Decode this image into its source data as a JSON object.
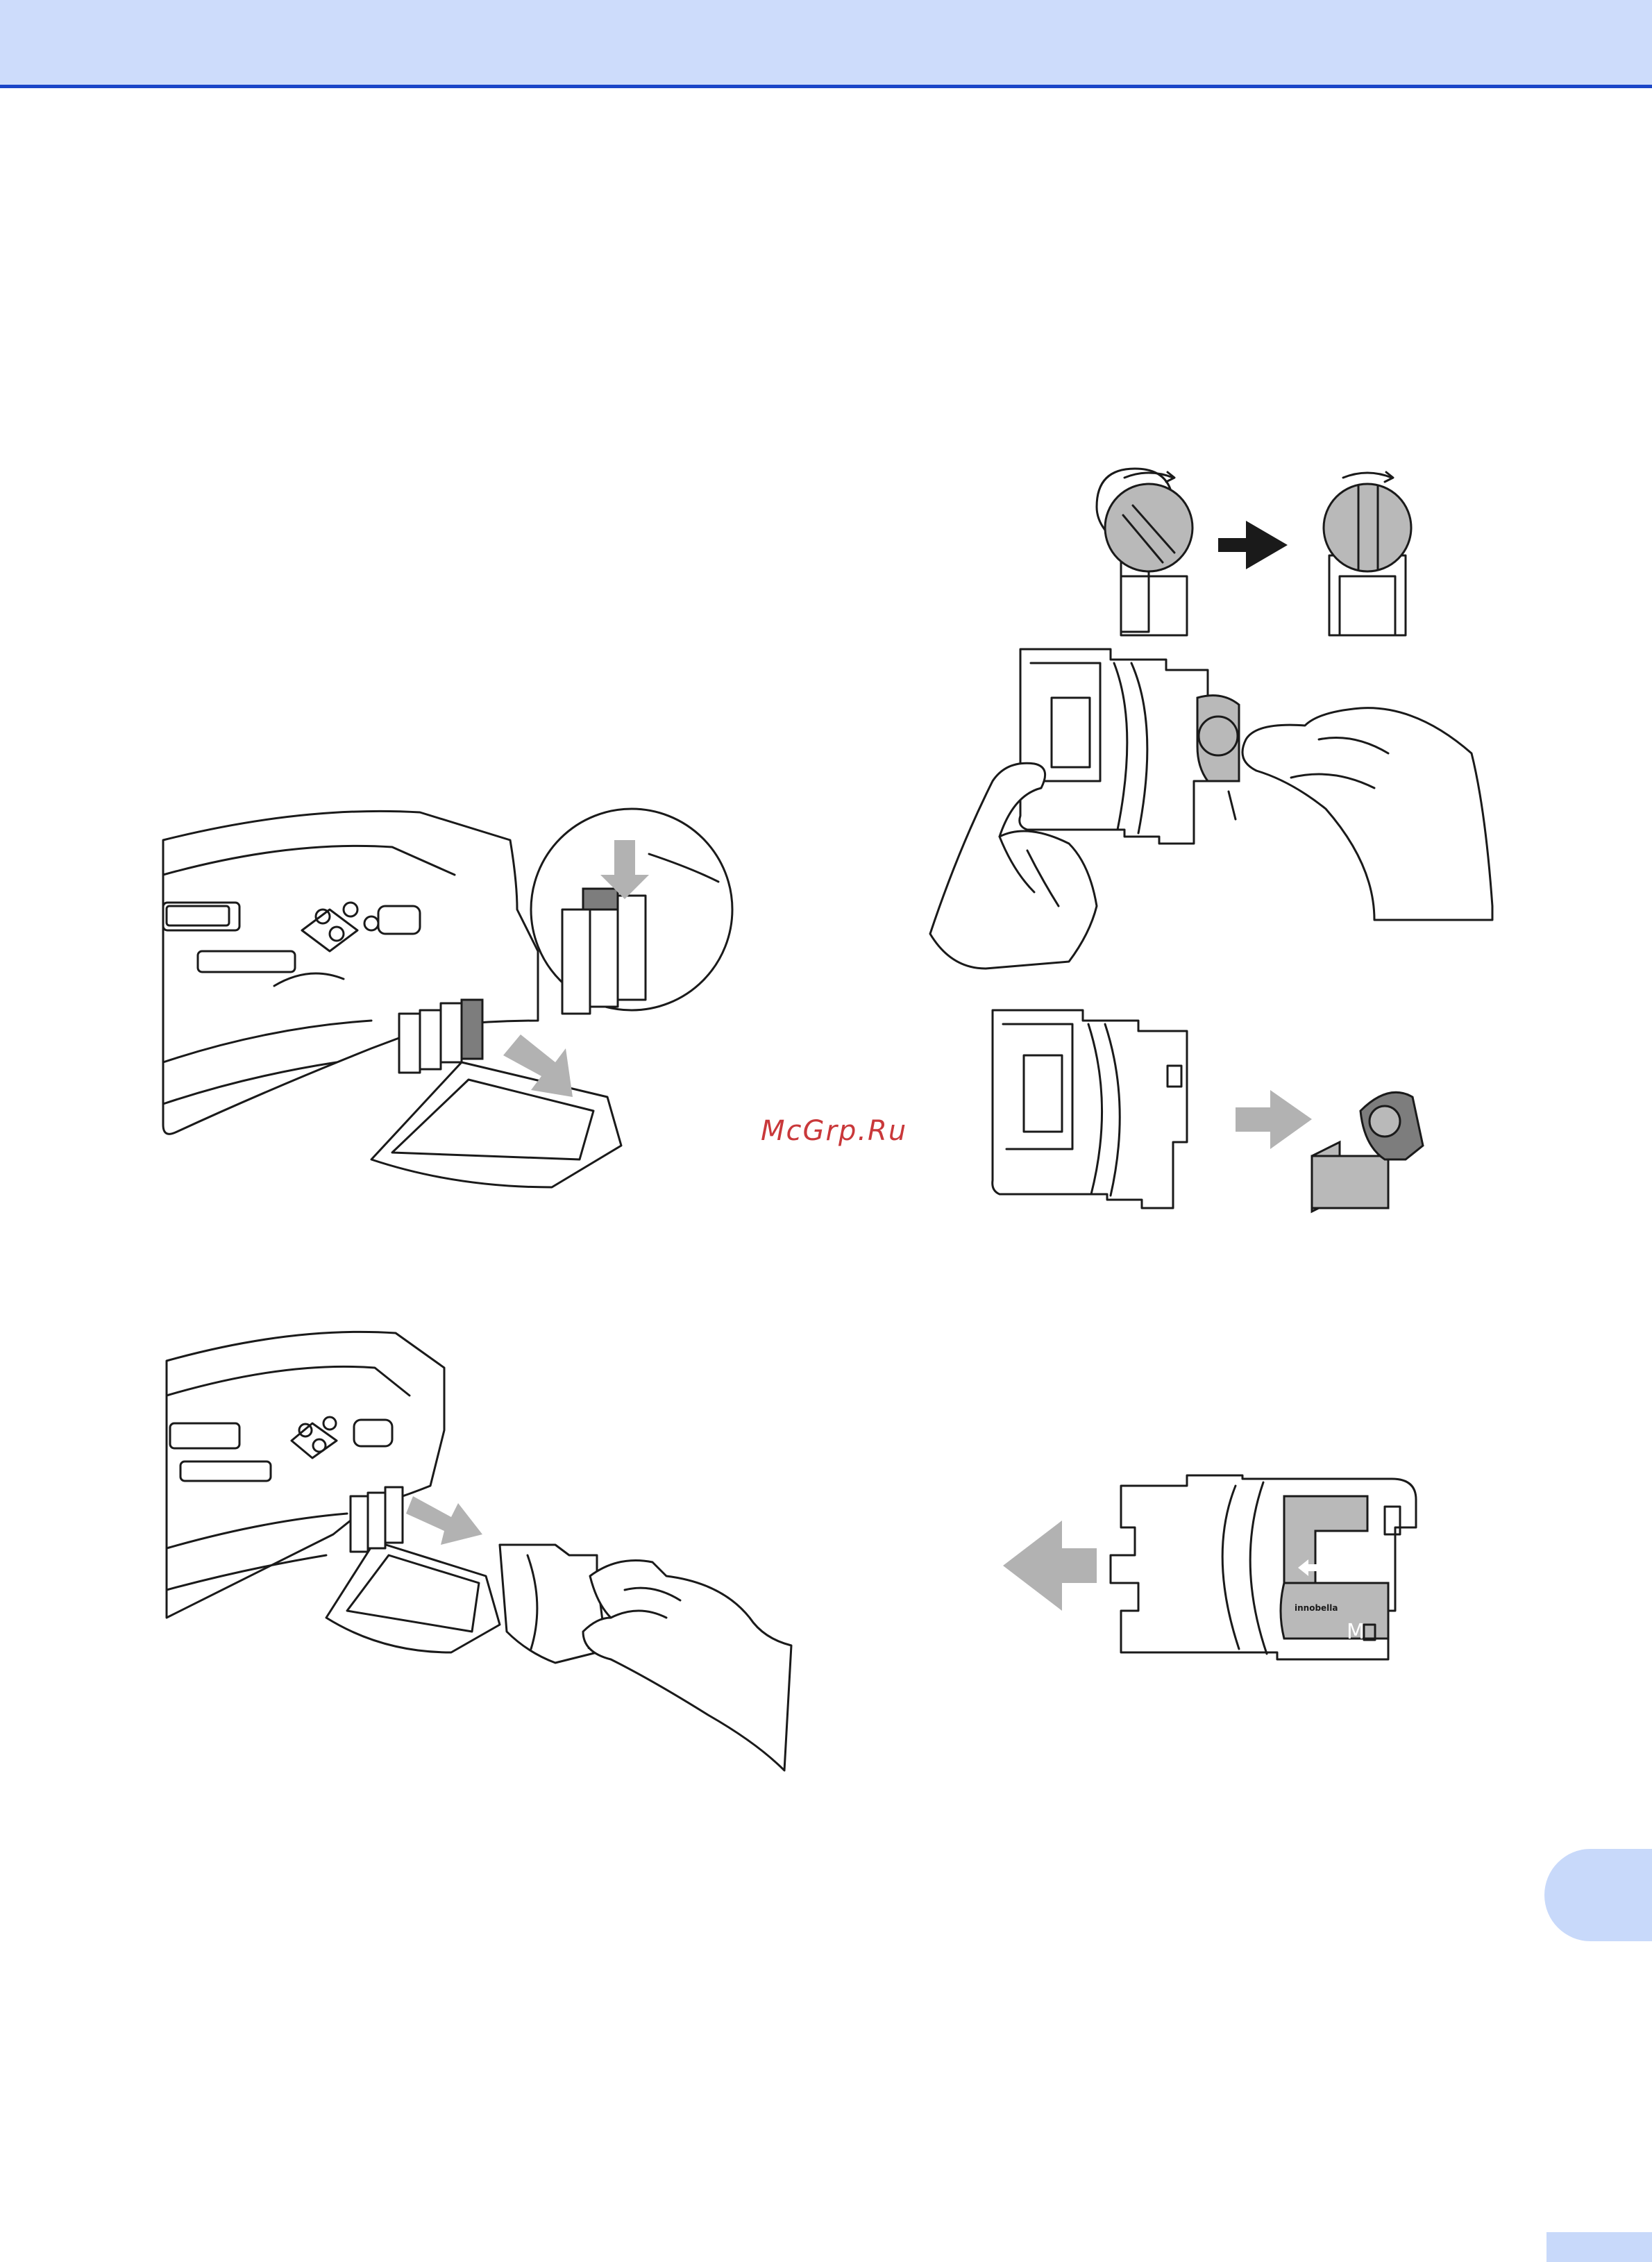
{
  "watermark": "McGrp.Ru",
  "cartridge_label": {
    "brand": "innobella",
    "color_letter": "M"
  },
  "colors": {
    "header": "#cddcfb",
    "header_rule": "#1a46c8",
    "tab": "#c8d9fa",
    "watermark": "#c9383a"
  }
}
